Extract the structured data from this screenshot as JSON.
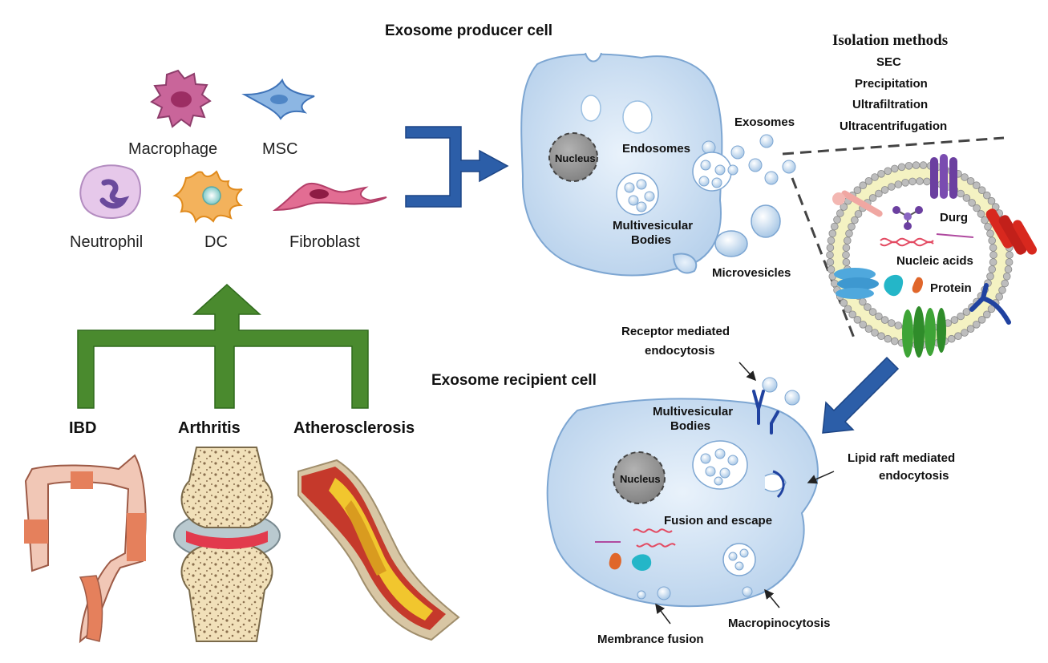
{
  "cells": {
    "macrophage": "Macrophage",
    "msc": "MSC",
    "neutrophil": "Neutrophil",
    "dc": "DC",
    "fibroblast": "Fibroblast"
  },
  "diseases": {
    "ibd": "IBD",
    "arthritis": "Arthritis",
    "atherosclerosis": "Atherosclerosis"
  },
  "producer": {
    "title": "Exosome producer cell",
    "nucleus": "Nucleus",
    "endosomes": "Endosomes",
    "mvb_line1": "Multivesicular",
    "mvb_line2": "Bodies",
    "exosomes": "Exosomes",
    "microvesicles": "Microvesicles"
  },
  "isolation": {
    "title": "Isolation methods",
    "methods": [
      "SEC",
      "Precipitation",
      "Ultrafiltration",
      "Ultracentrifugation"
    ]
  },
  "exosome_contents": {
    "drug": "Durg",
    "nucleic_acids": "Nucleic acids",
    "protein": "Protein"
  },
  "recipient": {
    "title": "Exosome recipient cell",
    "nucleus": "Nucleus",
    "mvb_line1": "Multivesicular",
    "mvb_line2": "Bodies",
    "fusion": "Fusion and escape",
    "receptor_line1": "Receptor mediated",
    "receptor_line2": "endocytosis",
    "lipid_line1": "Lipid raft mediated",
    "lipid_line2": "endocytosis",
    "membrane_fusion": "Membrance fusion",
    "macropinocytosis": "Macropinocytosis"
  },
  "colors": {
    "green_arrow": "#4a8a2e",
    "blue_arrow": "#2c5ea8",
    "cell_fill": "#c6dbf0",
    "nucleus": "#9a9a9a"
  }
}
